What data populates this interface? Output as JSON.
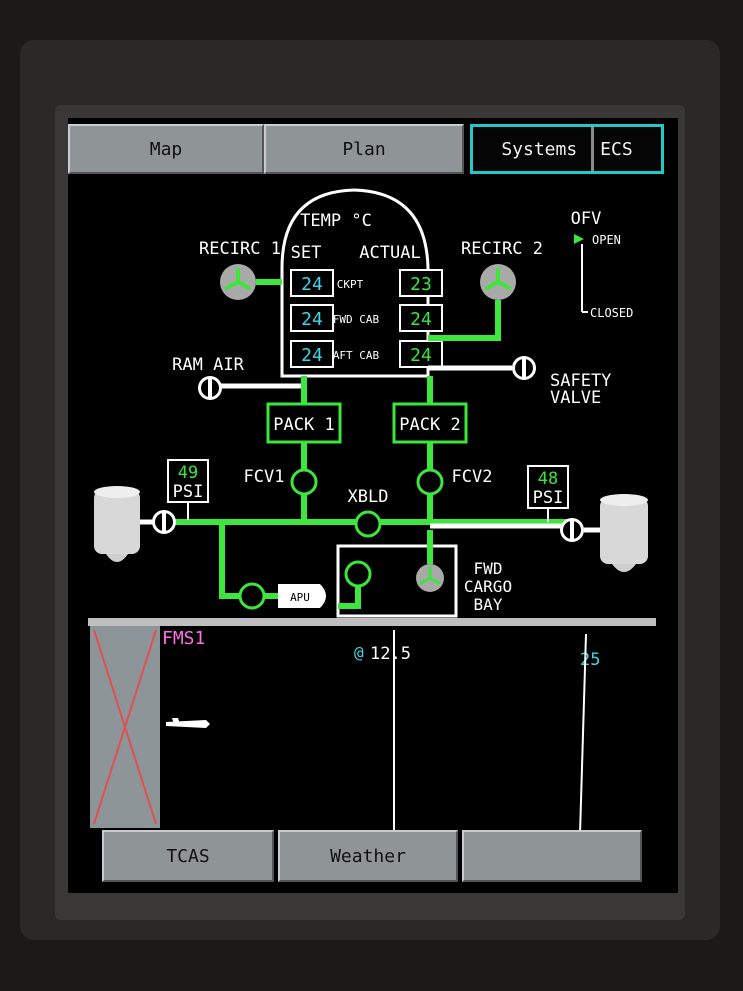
{
  "tabs_top": [
    {
      "label": "Map"
    },
    {
      "label": "Plan"
    },
    {
      "label": "Systems",
      "sub": "ECS",
      "active": true
    }
  ],
  "tabs_bottom": [
    {
      "label": "TCAS"
    },
    {
      "label": "Weather"
    },
    {
      "label": ""
    }
  ],
  "ecs": {
    "temp_title": "TEMP °C",
    "set_label": "SET",
    "actual_label": "ACTUAL",
    "recirc1": "RECIRC 1",
    "recirc2": "RECIRC 2",
    "zones": [
      {
        "name": "CKPT",
        "set": "24",
        "actual": "23"
      },
      {
        "name": "FWD CAB",
        "set": "24",
        "actual": "24"
      },
      {
        "name": "AFT CAB",
        "set": "24",
        "actual": "24"
      }
    ],
    "ofv_label": "OFV",
    "ofv_open": "OPEN",
    "ofv_closed": "CLOSED",
    "ram_air": "RAM AIR",
    "safety_valve_1": "SAFETY",
    "safety_valve_2": "VALVE",
    "pack1": "PACK 1",
    "pack2": "PACK 2",
    "fcv1": "FCV1",
    "fcv2": "FCV2",
    "xbld": "XBLD",
    "psi_left_value": "49",
    "psi_right_value": "48",
    "psi_unit": "PSI",
    "apu": "APU",
    "fwd_cargo_1": "FWD",
    "fwd_cargo_2": "CARGO",
    "fwd_cargo_3": "BAY"
  },
  "map": {
    "fms": "FMS1",
    "range1": "12.5",
    "range2": "25"
  },
  "colors": {
    "green": "#3ce63c",
    "cyan": "#3fd6e6",
    "magenta": "#ff6ee6",
    "tab_gray": "#8f9596",
    "active_border": "#23c8c8"
  }
}
